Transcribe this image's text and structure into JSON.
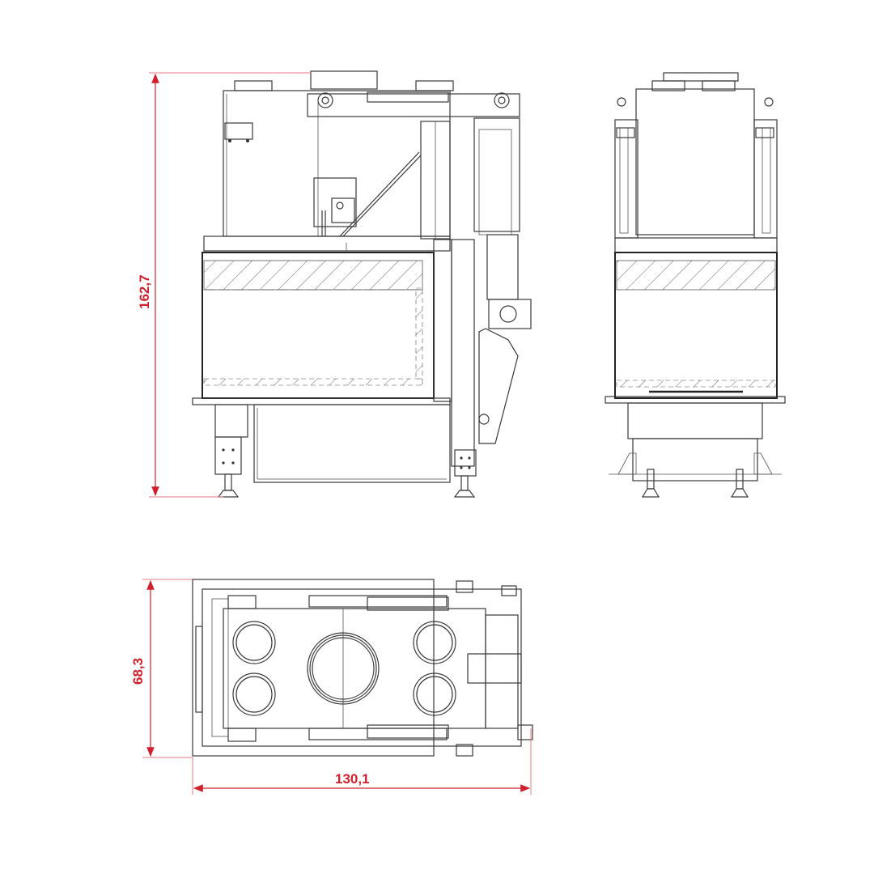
{
  "diagram": {
    "type": "technical-drawing",
    "subject": "fireplace insert with lift door (three-view drawing)",
    "views": [
      {
        "id": "front",
        "label": "front elevation"
      },
      {
        "id": "side",
        "label": "side elevation"
      },
      {
        "id": "top",
        "label": "plan view"
      }
    ],
    "accent_color": "#d11f2e"
  },
  "dimensions": {
    "height": {
      "value": "162,7",
      "orientation": "vertical",
      "view": "front"
    },
    "depth": {
      "value": "68,3",
      "orientation": "vertical",
      "view": "top"
    },
    "width": {
      "value": "130,1",
      "orientation": "horizontal",
      "view": "top"
    }
  },
  "top_view": {
    "small_outlets": 4,
    "central_flue_outlet": 1
  }
}
